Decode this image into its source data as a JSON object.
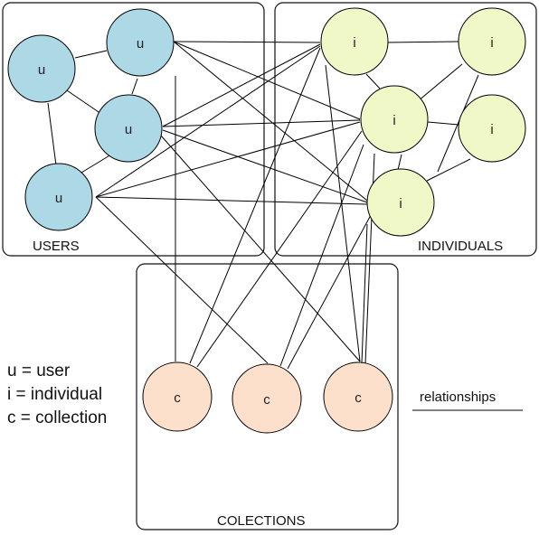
{
  "groups": {
    "users": "USERS",
    "individuals": "INDIVIDUALS",
    "collections": "COLECTIONS"
  },
  "nodes": {
    "users": [
      "u",
      "u",
      "u",
      "u"
    ],
    "individuals": [
      "i",
      "i",
      "i",
      "i",
      "i"
    ],
    "collections": [
      "c",
      "c",
      "c"
    ]
  },
  "legend": {
    "user": "u = user",
    "individual": "i  = individual",
    "collection": "c = collection",
    "relationships": "relationships"
  },
  "colors": {
    "user_fill": "#add8e6",
    "individual_fill": "#f0f8c8",
    "collection_fill": "#fde0cc",
    "stroke": "#000000"
  }
}
